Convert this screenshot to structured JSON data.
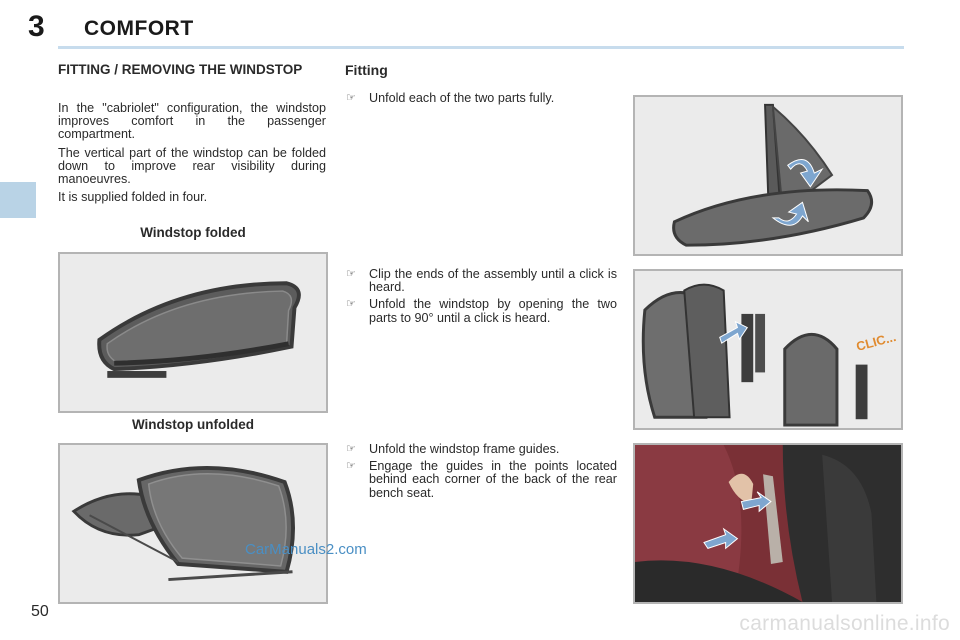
{
  "header": {
    "chapter_number": "3",
    "chapter_title": "COMFORT"
  },
  "left": {
    "section_title": "FITTING / REMOVING THE WINDSTOP",
    "paragraphs": [
      "In the \"cabriolet\" configuration, the windstop improves comfort in the passenger compartment.",
      "The vertical part of the windstop can be folded down to improve rear visibility during manoeuvres.",
      "It is supplied folded in four."
    ],
    "caption_folded": "Windstop folded",
    "caption_unfolded": "Windstop unfolded"
  },
  "fitting": {
    "title": "Fitting",
    "bullet_glyph": "☞",
    "step_group_1": [
      "Unfold each of the two parts fully."
    ],
    "step_group_2": [
      "Clip the ends of the assembly until a click is heard.",
      "Unfold the windstop by opening the two parts to 90° until a click is heard."
    ],
    "step_group_3": [
      "Unfold the windstop frame guides.",
      "Engage the guides in the points located behind each corner of the back of the rear bench seat."
    ],
    "clic_label": "CLIC..."
  },
  "footer": {
    "page_number": "50",
    "watermark_carmanuals": "CarManuals2.com",
    "watermark_site": "carmanualsonline.info"
  },
  "colors": {
    "header_rule": "#c7dced",
    "side_tab": "#b9d3e6",
    "arrow_blue": "#7ea6cf",
    "clic_orange": "#e08a2e",
    "seat_leather": "#7a3036"
  }
}
